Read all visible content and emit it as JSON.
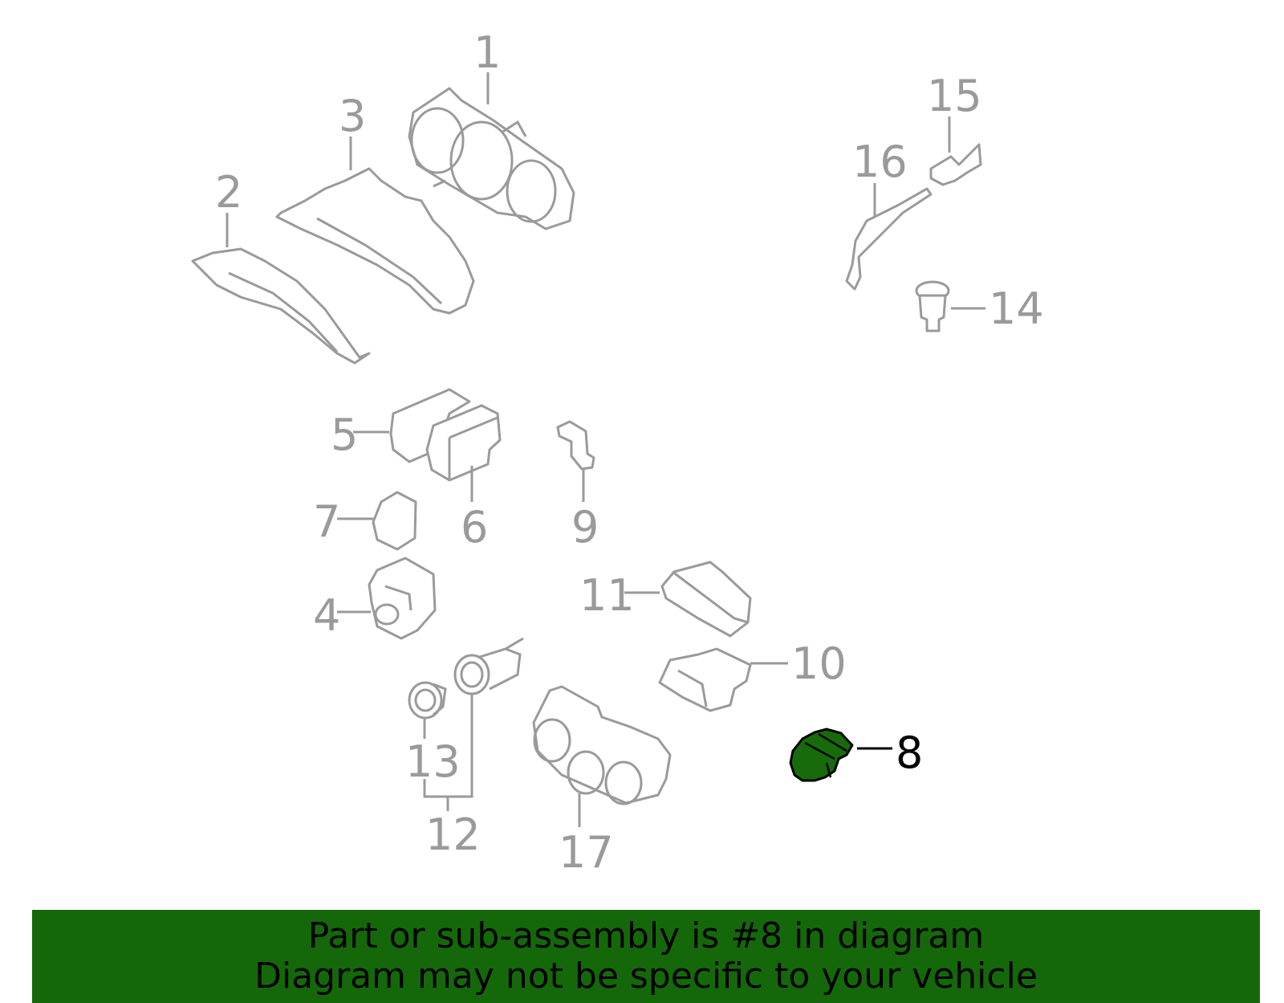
{
  "diagram": {
    "highlight_color": "#176b0a",
    "callouts": [
      {
        "id": "1",
        "label": "1"
      },
      {
        "id": "2",
        "label": "2"
      },
      {
        "id": "3",
        "label": "3"
      },
      {
        "id": "4",
        "label": "4"
      },
      {
        "id": "5",
        "label": "5"
      },
      {
        "id": "6",
        "label": "6"
      },
      {
        "id": "7",
        "label": "7"
      },
      {
        "id": "8",
        "label": "8",
        "highlighted": true
      },
      {
        "id": "9",
        "label": "9"
      },
      {
        "id": "10",
        "label": "10"
      },
      {
        "id": "11",
        "label": "11"
      },
      {
        "id": "12",
        "label": "12"
      },
      {
        "id": "13",
        "label": "13"
      },
      {
        "id": "14",
        "label": "14"
      },
      {
        "id": "15",
        "label": "15"
      },
      {
        "id": "16",
        "label": "16"
      },
      {
        "id": "17",
        "label": "17"
      }
    ]
  },
  "banner": {
    "line1": "Part or sub-assembly is #8 in diagram",
    "line2": "Diagram may not be specific to your vehicle",
    "background": "#156809"
  }
}
